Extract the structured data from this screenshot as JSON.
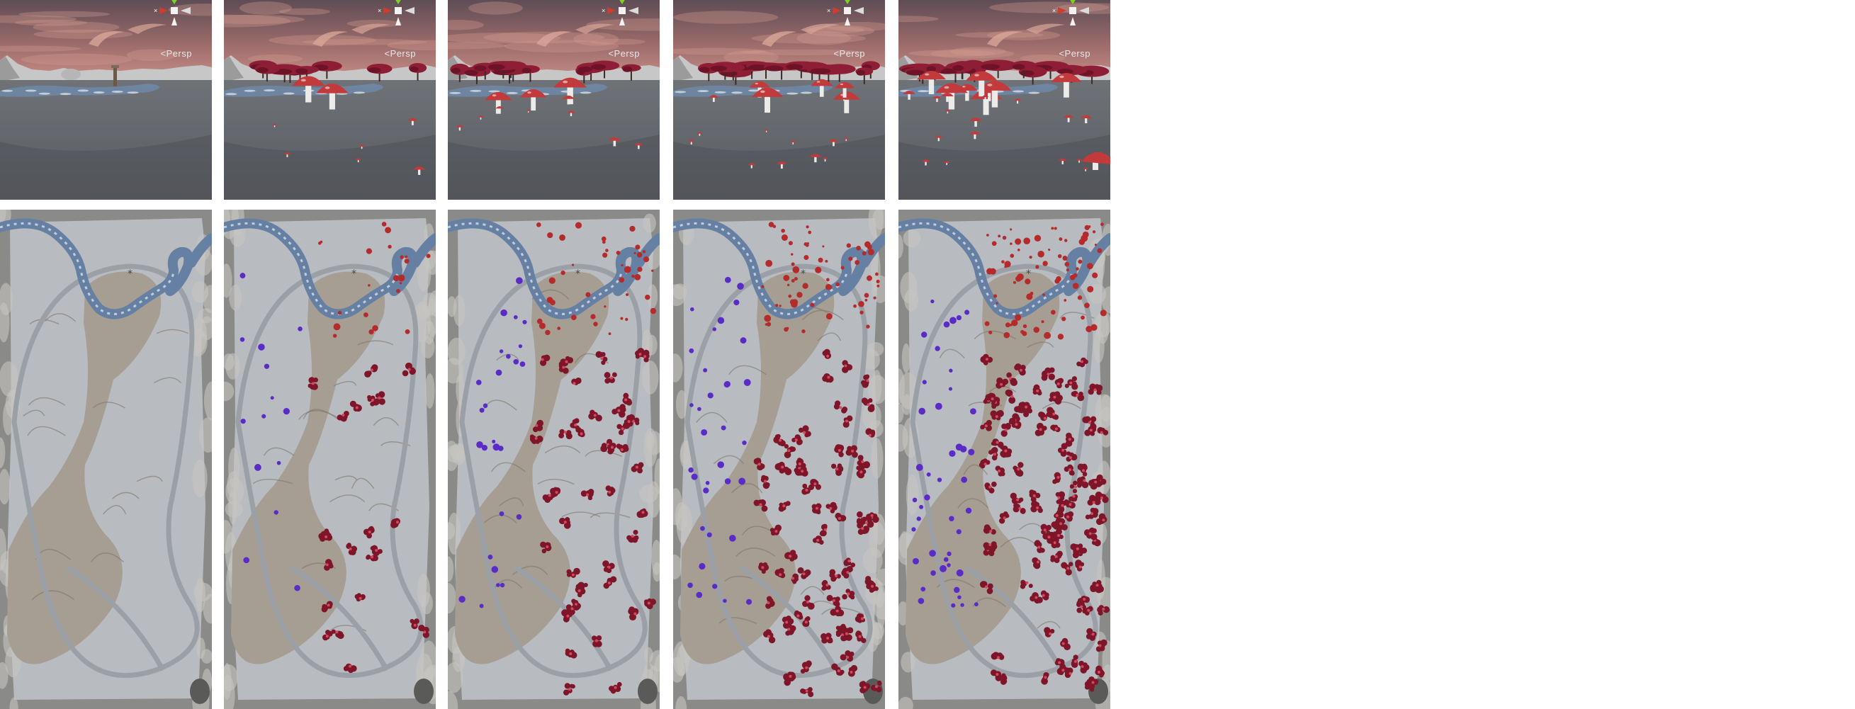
{
  "figure": {
    "columns": 5,
    "rows": 2
  },
  "views": {
    "perspective_label": "Persp",
    "items": [
      {
        "trees": 0,
        "big_mushrooms": 0,
        "small_mushrooms": 0
      },
      {
        "trees": 9,
        "big_mushrooms": 2,
        "small_mushrooms": 6
      },
      {
        "trees": 12,
        "big_mushrooms": 3,
        "small_mushrooms": 8
      },
      {
        "trees": 14,
        "big_mushrooms": 5,
        "small_mushrooms": 12
      },
      {
        "trees": 16,
        "big_mushrooms": 8,
        "small_mushrooms": 16
      }
    ]
  },
  "maps": {
    "items": [
      {
        "blue_markers": 0,
        "red_dots": 0,
        "flower_clusters": 0
      },
      {
        "blue_markers": 14,
        "red_dots": 22,
        "flower_clusters": 22
      },
      {
        "blue_markers": 26,
        "red_dots": 42,
        "flower_clusters": 45
      },
      {
        "blue_markers": 34,
        "red_dots": 65,
        "flower_clusters": 75
      },
      {
        "blue_markers": 44,
        "red_dots": 80,
        "flower_clusters": 110
      }
    ]
  },
  "colors": {
    "sky_top": "#5e4d55",
    "sky_mid": "#9a6a6a",
    "sky_horizon": "#c58b84",
    "ground": "#575a5f",
    "ground_far": "#6f7378",
    "hills": "#c7c7c7",
    "water": "#6f88aa",
    "tree_red": "#8e1e35",
    "mushroom_cap": "#c23a3c",
    "mushroom_stem": "#ecebe8",
    "map_bg": "#b8bcc1",
    "map_terrain": "#a69e92",
    "map_river": "#6680a3",
    "map_path": "#9aa0a6",
    "map_frame": "#8a8a88",
    "blue_marker": "#5a2bc7",
    "red_dot": "#b52b2b",
    "flower": "#7e1528"
  },
  "icons": [
    "axis-gizmo-icon",
    "x-arrow-icon",
    "y-arrow-icon",
    "z-arrow-icon"
  ]
}
